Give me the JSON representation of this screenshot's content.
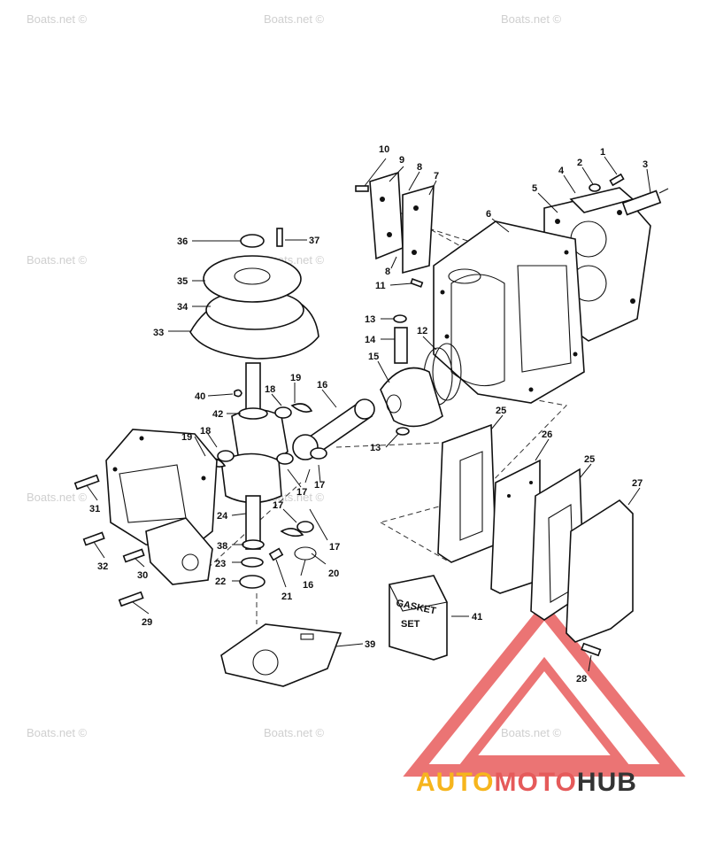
{
  "watermark": "Boats.net ©",
  "parts": [
    "1",
    "2",
    "3",
    "4",
    "5",
    "6",
    "7",
    "8",
    "8",
    "9",
    "10",
    "11",
    "12",
    "13",
    "13",
    "14",
    "15",
    "16",
    "16",
    "17",
    "17",
    "17",
    "17",
    "18",
    "18",
    "19",
    "19",
    "20",
    "21",
    "22",
    "23",
    "24",
    "25",
    "25",
    "26",
    "27",
    "28",
    "29",
    "30",
    "31",
    "32",
    "33",
    "34",
    "35",
    "36",
    "37",
    "38",
    "39",
    "40",
    "41",
    "42"
  ],
  "gasket_box": {
    "line1": "GASKET",
    "line2": "SET"
  },
  "logo": {
    "part1": "AUTO",
    "part2": "MOTO",
    "part3": "HUB",
    "color1": "#f6b51d",
    "color2": "#e55a5a",
    "color3": "#333333",
    "triangle_color": "#e85c5c"
  }
}
